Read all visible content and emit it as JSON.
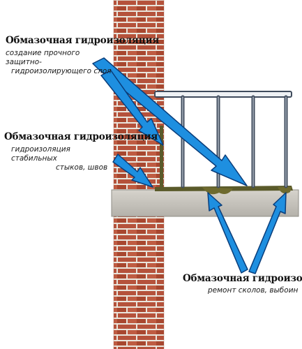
{
  "labels": {
    "top": {
      "title": "Обмазочная гидроизоляция",
      "line1": "создание прочного защитно-",
      "line2": "гидроизолирующего слоя"
    },
    "middle": {
      "title": "Обмазочная гидроизоляция",
      "line1": "гидроизоляция стабильных",
      "line2": "стыков, швов"
    },
    "bottom": {
      "title": "Обмазочная гидроизоляция",
      "line1": "ремонт сколов, выбоин"
    }
  },
  "colors": {
    "brick": "#b5523b",
    "mortar": "#e9e5dc",
    "slab": "#c7c4bd",
    "railing": "#3f4b5c",
    "membrane": "#5a5a2a",
    "arrow_fill": "#1e8fe0",
    "arrow_stroke": "#0a3d7a"
  }
}
